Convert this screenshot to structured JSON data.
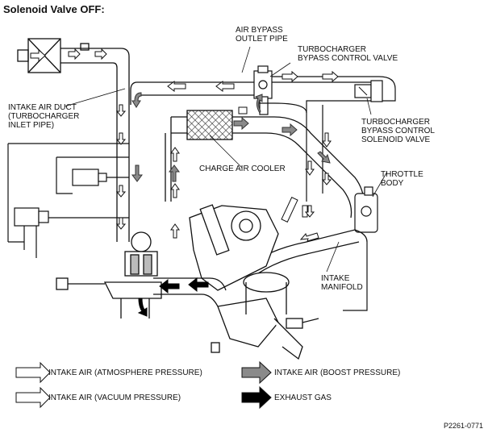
{
  "title": "Solenoid Valve OFF:",
  "labels": {
    "air_bypass_outlet_pipe": "AIR BYPASS\nOUTLET PIPE",
    "turbocharger_bypass_control_valve": "TURBOCHARGER\nBYPASS CONTROL VALVE",
    "intake_air_duct": "INTAKE AIR DUCT\n(TURBOCHARGER\nINLET PIPE)",
    "turbocharger_bypass_control_solenoid_valve": "TURBOCHARGER\nBYPASS CONTROL\nSOLENOID VALVE",
    "charge_air_cooler": "CHARGE AIR COOLER",
    "throttle_body": "THROTTLE\nBODY",
    "intake_manifold": "INTAKE\nMANIFOLD"
  },
  "legend": [
    {
      "key": "intake_atm",
      "label": "INTAKE AIR (ATMOSPHERE PRESSURE)",
      "style": "outline"
    },
    {
      "key": "intake_boost",
      "label": "INTAKE AIR (BOOST PRESSURE)",
      "style": "gray"
    },
    {
      "key": "intake_vacuum",
      "label": "INTAKE AIR (VACUUM PRESSURE)",
      "style": "outline"
    },
    {
      "key": "exhaust",
      "label": "EXHAUST GAS",
      "style": "black"
    }
  ],
  "figure_id": "P2261-0771",
  "colors": {
    "boost_gray": "#8a8a8a",
    "exhaust_black": "#000000",
    "line": "#111111"
  }
}
